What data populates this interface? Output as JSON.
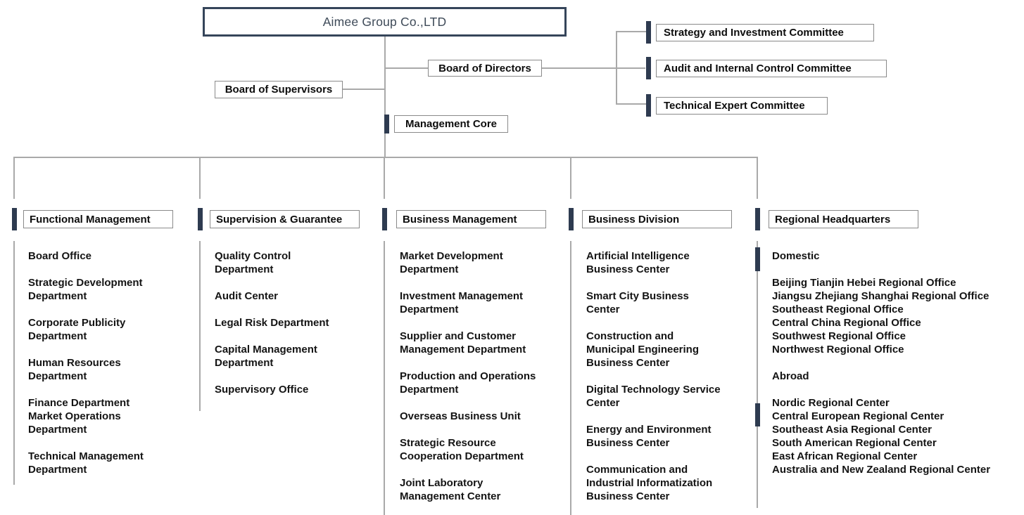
{
  "root": {
    "label": "Aimee Group Co.,LTD"
  },
  "governance": {
    "board_of_directors": "Board of Directors",
    "board_of_supervisors": "Board of Supervisors",
    "management_core": "Management Core",
    "committees": [
      "Strategy and Investment Committee",
      "Audit and Internal Control Committee",
      "Technical Expert Committee"
    ]
  },
  "columns": [
    {
      "header": "Functional Management",
      "items": [
        "Board Office",
        "Strategic Development\nDepartment",
        "Corporate Publicity\nDepartment",
        "Human Resources\nDepartment",
        "Finance Department",
        "Market Operations\nDepartment",
        "Technical Management\nDepartment"
      ]
    },
    {
      "header": "Supervision & Guarantee",
      "items": [
        "Quality Control\nDepartment",
        "Audit Center",
        "Legal Risk Department",
        "Capital Management\nDepartment",
        "Supervisory Office"
      ]
    },
    {
      "header": "Business Management",
      "items": [
        "Market Development\nDepartment",
        "Investment Management\nDepartment",
        "Supplier and Customer\nManagement Department",
        "Production and Operations\nDepartment",
        "Overseas Business Unit",
        "Strategic Resource\nCooperation Department",
        "Joint Laboratory\nManagement Center"
      ]
    },
    {
      "header": "Business Division",
      "items": [
        "Artificial Intelligence\nBusiness Center",
        "Smart City Business\nCenter",
        "Construction and\nMunicipal Engineering\nBusiness Center",
        "Digital Technology Service\nCenter",
        "Energy and Environment\nBusiness Center",
        "Communication and\nIndustrial Informatization\nBusiness Center"
      ]
    },
    {
      "header": "Regional Headquarters",
      "groups": [
        {
          "label": "Domestic",
          "items": [
            "Beijing Tianjin Hebei Regional Office",
            "Jiangsu Zhejiang Shanghai Regional Office",
            "Southeast Regional Office",
            "Central China Regional Office",
            "Southwest Regional Office",
            "Northwest Regional Office"
          ]
        },
        {
          "label": "Abroad",
          "items": [
            "Nordic Regional Center",
            "Central European Regional Center",
            "Southeast Asia Regional Center",
            "South American Regional Center",
            "East African Regional Center",
            "Australia and New Zealand Regional Center"
          ]
        }
      ]
    }
  ],
  "colors": {
    "accent_navy": "#2e3b50",
    "title_border_navy": "#35455a",
    "connector_gray": "#a9a9a9",
    "box_border_gray": "#8a8a8a",
    "text_black": "#141414"
  }
}
